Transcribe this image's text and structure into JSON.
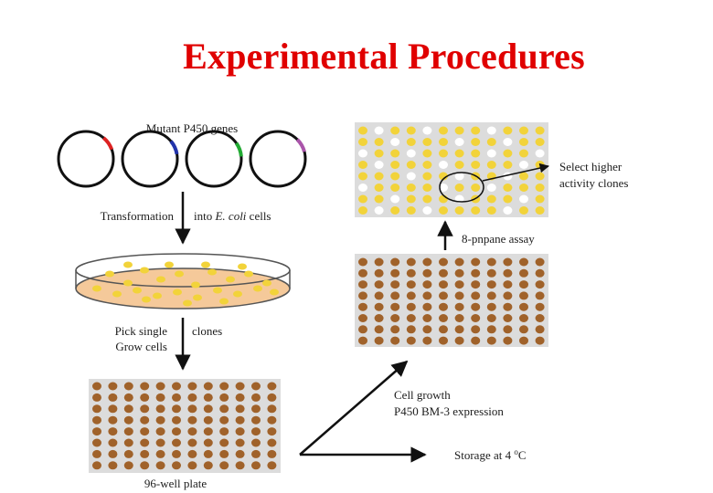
{
  "title": "Experimental Procedures",
  "labels": {
    "mutant_genes": "Mutant P450 genes",
    "transformation_left": "Transformation",
    "transformation_right_prefix": "into ",
    "transformation_italic": "E. coli",
    "transformation_right_suffix": " cells",
    "pick_left_1": "Pick single",
    "pick_left_2": "Grow cells",
    "pick_right": "clones",
    "plate_96": "96-well plate",
    "cell_growth": "Cell growth",
    "expression": "P450 BM-3 expression",
    "storage_prefix": "Storage at 4 ",
    "storage_deg": "o",
    "storage_suffix": "C",
    "assay": "8-pnpane assay",
    "select_1": "Select higher",
    "select_2": "activity clones"
  },
  "colors": {
    "title": "#e00000",
    "plasmid_marks": [
      "#dd2222",
      "#2233aa",
      "#22aa33",
      "#aa55aa"
    ],
    "colony": "#f2d33a",
    "dish_fill": "#f5c99a",
    "well_brown": "#a0622a",
    "well_yellow": "#f2d33a",
    "well_white": "#ffffff",
    "plate_bg": "#dcdcdc"
  },
  "plates": {
    "well_rows": 8,
    "well_cols": 12,
    "assay_pattern": [
      "YWYYWYYYWYYY",
      "YYWYYYWYYWYY",
      "WYYWYYYYWYYW",
      "YWYYYWYYYYWY",
      "YYYWYYWYYWYY",
      "WYYYYWYYWYYY",
      "YYWYYYWYYYWY",
      "YWYYWYYYYWYY"
    ]
  }
}
